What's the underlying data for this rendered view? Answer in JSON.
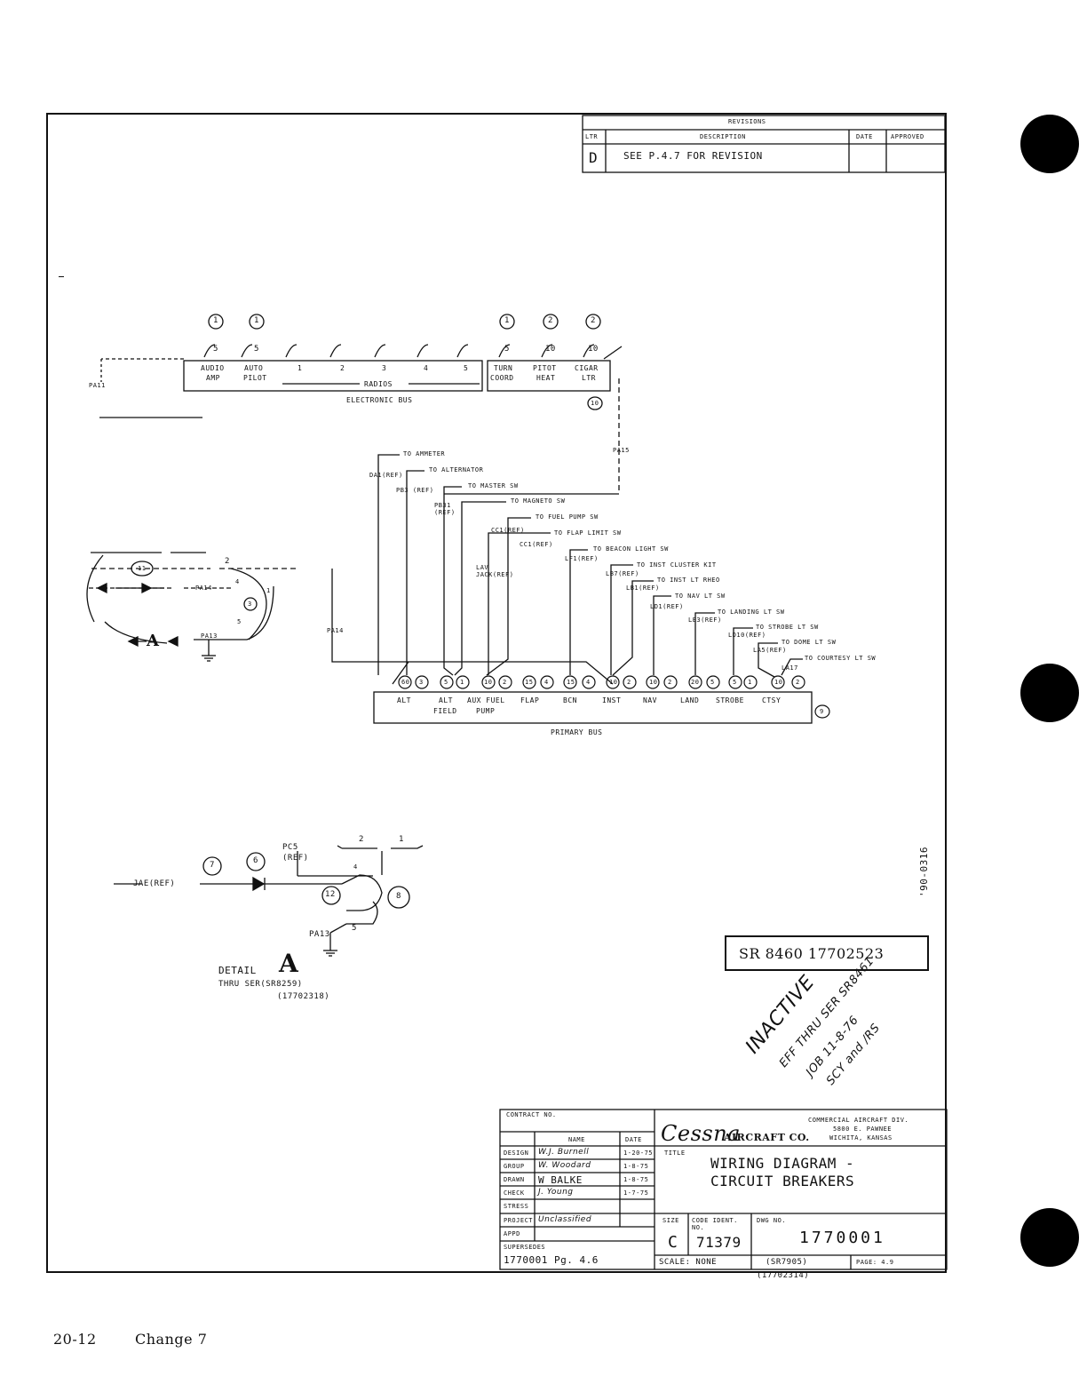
{
  "revisions": {
    "title": "REVISIONS",
    "headers": {
      "ltr": "LTR",
      "description": "DESCRIPTION",
      "date": "DATE",
      "approved": "APPROVED"
    },
    "row": {
      "ltr": "D",
      "description": "SEE P.4.7 FOR REVISION"
    }
  },
  "electronic_bus": {
    "label": "ELECTRONIC BUS",
    "radios_label": "RADIOS",
    "breakers": [
      {
        "note": "1",
        "amps": "5",
        "label1": "AUDIO",
        "label2": "AMP"
      },
      {
        "note": "1",
        "amps": "5",
        "label1": "AUTO",
        "label2": "PILOT"
      },
      {
        "note": "",
        "amps": "",
        "label1": "1",
        "label2": ""
      },
      {
        "note": "",
        "amps": "",
        "label1": "2",
        "label2": ""
      },
      {
        "note": "",
        "amps": "",
        "label1": "3",
        "label2": ""
      },
      {
        "note": "",
        "amps": "",
        "label1": "4",
        "label2": ""
      },
      {
        "note": "",
        "amps": "",
        "label1": "5",
        "label2": ""
      },
      {
        "note": "1",
        "amps": "5",
        "label1": "TURN",
        "label2": "COORD"
      },
      {
        "note": "2",
        "amps": "10",
        "label1": "PITOT",
        "label2": "HEAT"
      },
      {
        "note": "2",
        "amps": "10",
        "label1": "CIGAR",
        "label2": "LTR"
      }
    ],
    "wire_left": "PA11",
    "wire_right": "PA15",
    "note_circle": "10"
  },
  "feeds": [
    {
      "to": "TO AMMETER",
      "ref": "DA1(REF)"
    },
    {
      "to": "TO ALTERNATOR",
      "ref": "PB3 (REF)"
    },
    {
      "to": "TO MASTER SW",
      "ref": "PB31 (REF)"
    },
    {
      "to": "TO MAGNETO SW",
      "ref": ""
    },
    {
      "to": "TO FUEL PUMP SW",
      "ref": "CC1(REF)"
    },
    {
      "to": "TO FLAP LIMIT SW",
      "ref": "CC1(REF)"
    },
    {
      "to": "TO BEACON LIGHT SW",
      "ref": "LF1(REF)"
    },
    {
      "to": "TO INST CLUSTER KIT",
      "ref": "LB7(REF)"
    },
    {
      "to": "TO INST LT RHEO",
      "ref": "LB1(REF)"
    },
    {
      "to": "TO NAV LT SW",
      "ref": "LD1(REF)"
    },
    {
      "to": "TO LANDING LT SW",
      "ref": "LE3(REF)"
    },
    {
      "to": "TO STROBE LT SW",
      "ref": "LD10(REF)"
    },
    {
      "to": "TO DOME LT SW",
      "ref": "LA5(REF)"
    },
    {
      "to": "TO COURTESY LT SW",
      "ref": "LA17"
    }
  ],
  "primary_bus": {
    "label": "PRIMARY BUS",
    "note_circle": "9",
    "wire": "PA14",
    "extra_ref": "LAV JACK(REF)",
    "breakers": [
      {
        "amps": "60",
        "note": "3",
        "label1": "ALT",
        "label2": ""
      },
      {
        "amps": "5",
        "note": "1",
        "label1": "ALT",
        "label2": "FIELD"
      },
      {
        "amps": "10",
        "note": "2",
        "label1": "AUX FUEL",
        "label2": "PUMP"
      },
      {
        "amps": "15",
        "note": "4",
        "label1": "FLAP",
        "label2": ""
      },
      {
        "amps": "15",
        "note": "4",
        "label1": "BCN",
        "label2": ""
      },
      {
        "amps": "10",
        "note": "2",
        "label1": "INST",
        "label2": ""
      },
      {
        "amps": "10",
        "note": "2",
        "label1": "NAV",
        "label2": ""
      },
      {
        "amps": "20",
        "note": "5",
        "label1": "LAND",
        "label2": ""
      },
      {
        "amps": "5",
        "note": "1",
        "label1": "STROBE",
        "label2": ""
      },
      {
        "amps": "10",
        "note": "2",
        "label1": "CTSY",
        "label2": ""
      }
    ]
  },
  "left_circuit": {
    "wire": "PA14",
    "ground_wire": "PA13",
    "numbers": [
      "2",
      "4",
      "3",
      "5",
      "1",
      "11"
    ],
    "detail_marker": "A"
  },
  "detail": {
    "ref_in": "JAE(REF)",
    "ref_top": "PC5 (REF)",
    "notes": [
      "7",
      "6",
      "12",
      "8"
    ],
    "numbers": [
      "2",
      "1",
      "4",
      "5"
    ],
    "ground_wire": "PA13",
    "title": "DETAIL",
    "marker": "A",
    "line2": "THRU SER(SR8259)",
    "line3": "(17702318)"
  },
  "side_number": "'90-0316",
  "stamp": "SR 8460  17702523",
  "handwritten": {
    "l1": "INACTIVE",
    "l2": "EFF THRU SER SR8461",
    "l3": "JOB 11-8-76",
    "l4": "SCY and /RS"
  },
  "title_block": {
    "contract": "CONTRACT NO.",
    "col_name": "NAME",
    "col_date": "DATE",
    "rows": [
      {
        "label": "DESIGN",
        "name": "W.J. Burnell",
        "date": "1-20-75"
      },
      {
        "label": "GROUP",
        "name": "W. Woodard",
        "date": "1-8-75"
      },
      {
        "label": "DRAWN",
        "name": "W BALKE",
        "date": "1-8-75"
      },
      {
        "label": "CHECK",
        "name": "J. Young",
        "date": "1-7-75"
      },
      {
        "label": "STRESS",
        "name": "",
        "date": ""
      },
      {
        "label": "PROJECT",
        "name": "Unclassified",
        "date": ""
      },
      {
        "label": "APPD",
        "name": "",
        "date": ""
      }
    ],
    "supersedes_label": "SUPERSEDES",
    "supersedes_value": "1770001 Pg. 4.6",
    "company_logo": "Cessna",
    "company_name": "AIRCRAFT CO.",
    "division": "COMMERCIAL AIRCRAFT DIV.",
    "address1": "5800 E. PAWNEE",
    "address2": "WICHITA, KANSAS",
    "title_label": "TITLE",
    "title1": "WIRING DIAGRAM -",
    "title2": "CIRCUIT BREAKERS",
    "size_label": "SIZE",
    "size": "C",
    "code_label": "CODE IDENT. NO.",
    "code": "71379",
    "dwg_label": "DWG NO.",
    "dwg": "1770001",
    "scale": "SCALE: NONE",
    "sr": "(SR7905)",
    "page": "PAGE: 4.9",
    "below": "(17702314)"
  },
  "footer": {
    "page": "20-12",
    "change": "Change 7"
  }
}
